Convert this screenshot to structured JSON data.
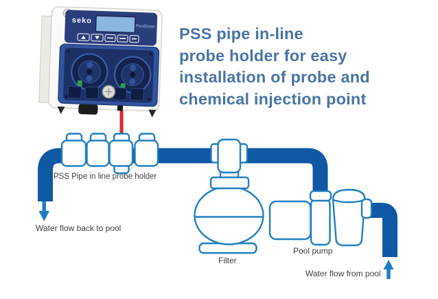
{
  "title": {
    "lines": [
      "PSS pipe in-line",
      "probe holder for easy",
      "installation of probe and",
      "chemical injection point"
    ]
  },
  "device": {
    "brand": "seko",
    "model": "PoolDose"
  },
  "labels": {
    "probe_holder": "PSS Pipe in line probe holder",
    "flow_back": "Water flow back to pool",
    "filter": "Filter",
    "pool_pump": "Pool pump",
    "flow_from": "Water flow from pool"
  },
  "colors": {
    "pipe": "#0e58a4",
    "outline": "#1f7fc0",
    "arrow": "#1e7ec4",
    "heading": "#4a74a6",
    "label": "#3f3f41",
    "tube_red": "#e42330",
    "device_navy": "#2b3e7c",
    "device_blue": "#33539f",
    "lcd": "#8ab6e0"
  }
}
